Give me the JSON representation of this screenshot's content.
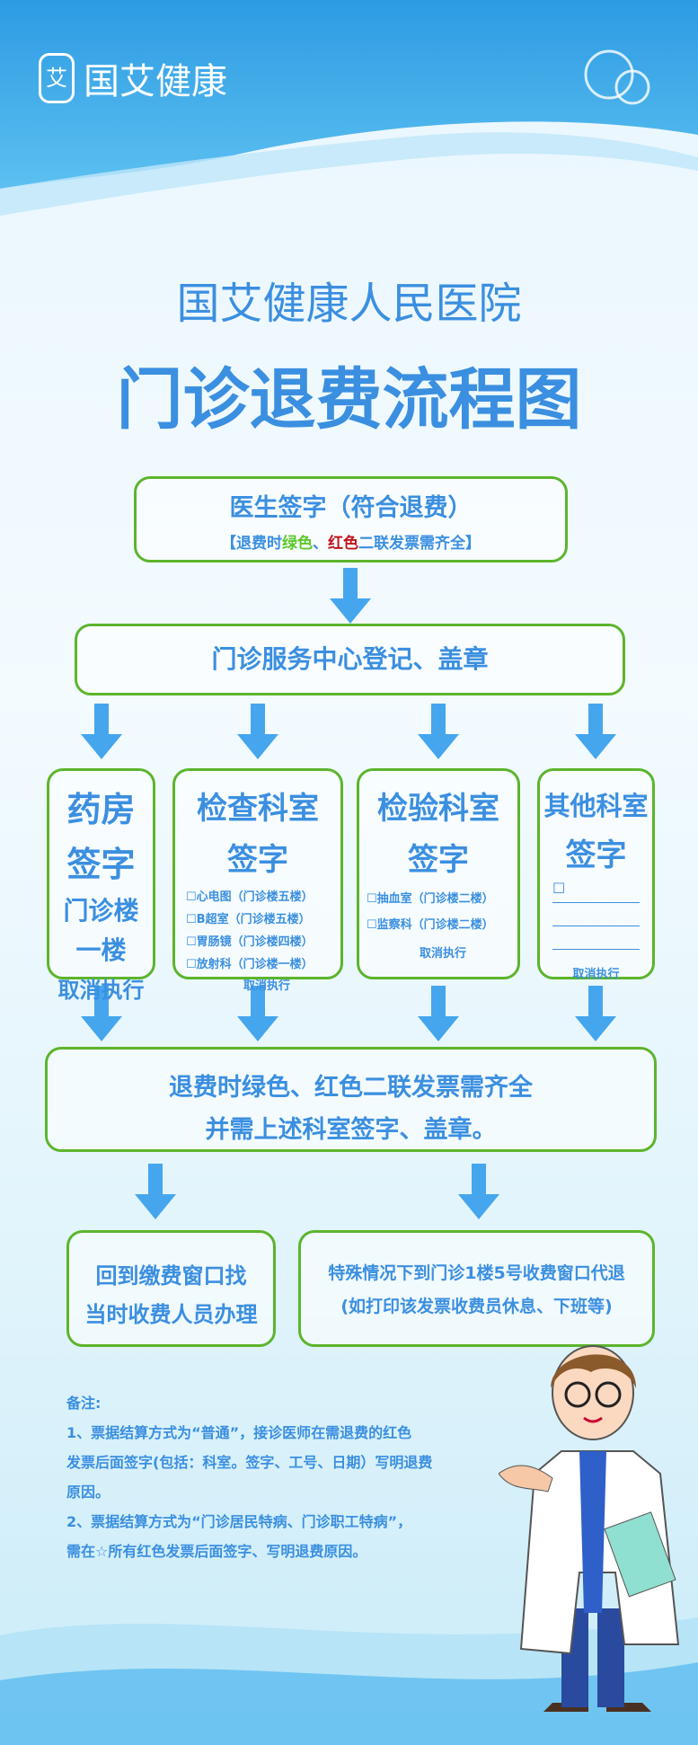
{
  "brand": {
    "name": "国艾健康"
  },
  "header": {
    "hospital": "国艾健康人民医院",
    "title": "门诊退费流程图"
  },
  "step1": {
    "title": "医生签字（符合退费）",
    "note_prefix": "【退费时",
    "green": "绿色",
    "sep": "、",
    "red": "红色",
    "note_suffix": "二联发票需齐全】"
  },
  "step2": {
    "title": "门诊服务中心登记、盖章"
  },
  "depts": [
    {
      "title": "药房",
      "sub": "签字",
      "lines": [
        "门诊楼",
        "一楼",
        "取消执行"
      ]
    },
    {
      "title": "检查科室",
      "sub": "签字",
      "items": [
        "☐心电图（门诊楼五楼）",
        "☐B超室（门诊楼五楼）",
        "☐胃肠镜（门诊楼四楼）",
        "☐放射科（门诊楼一楼）"
      ],
      "cancel": "取消执行"
    },
    {
      "title": "检验科室",
      "sub": "签字",
      "items": [
        "☐抽血室（门诊楼二楼）",
        "☐监察科（门诊楼二楼）"
      ],
      "cancel": "取消执行"
    },
    {
      "title": "其他科室",
      "sub": "签字",
      "checkbox": "☐",
      "cancel": "取消执行"
    }
  ],
  "step3": {
    "line1": "退费时绿色、红色二联发票需齐全",
    "line2": "并需上述科室签字、盖章。"
  },
  "step4": {
    "left": [
      "回到缴费窗口找",
      "当时收费人员办理"
    ],
    "right": [
      "特殊情况下到门诊1楼5号收费窗口代退",
      "(如打印该发票收费员休息、下班等)"
    ]
  },
  "notes": {
    "title": "备注:",
    "lines": [
      "1、票据结算方式为“普通”，接诊医师在需退费的红色",
      "发票后面签字(包括：科室。签字、工号、日期）写明退费",
      "原因。",
      "2、票据结算方式为“门诊居民特病、门诊职工特病”，",
      "需在☆所有红色发票后面签字、写明退费原因。"
    ]
  },
  "colors": {
    "blue": "#3b8fe0",
    "green": "#5cb52c",
    "red": "#c0141b",
    "arrow": "#45a6ee"
  }
}
